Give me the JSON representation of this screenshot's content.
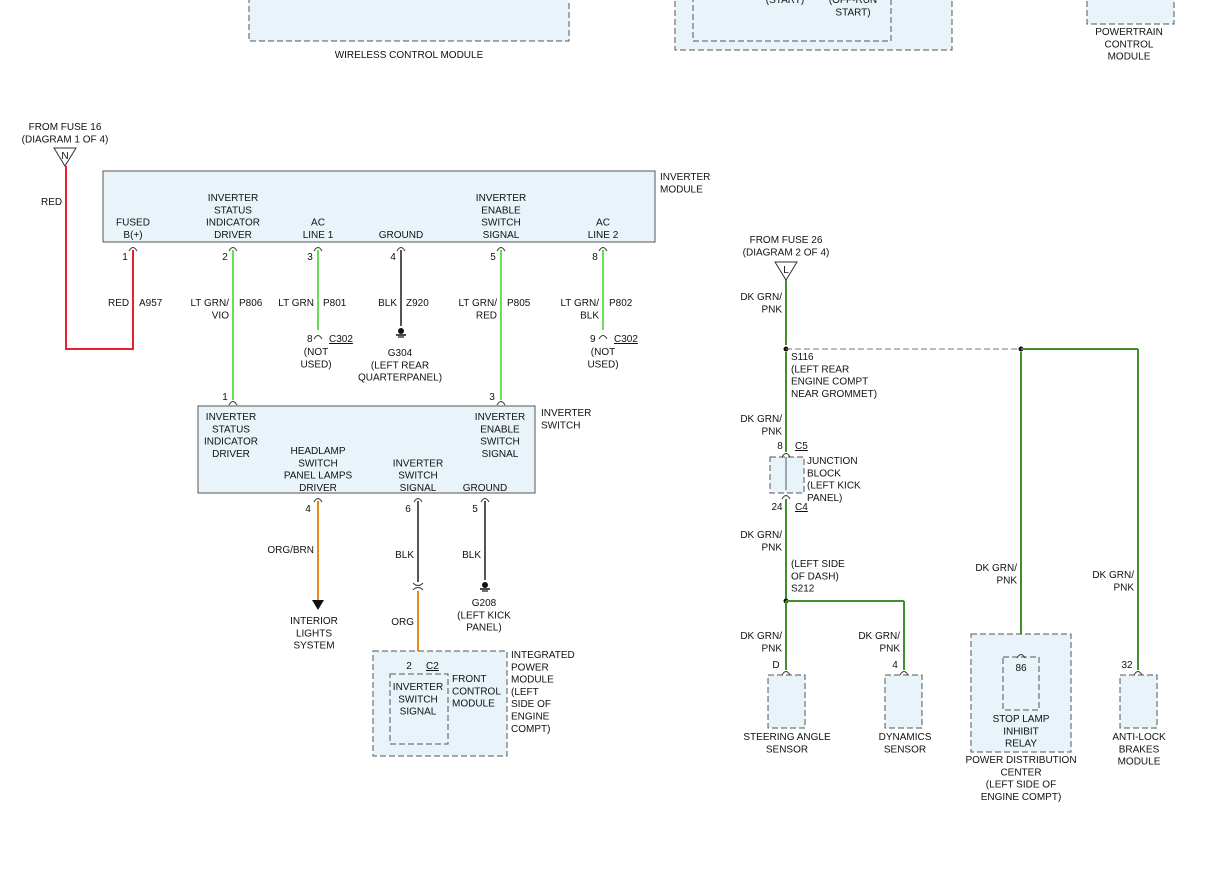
{
  "colors": {
    "red": "#e8202a",
    "lt_grn": "#66dd55",
    "blk": "#555555",
    "org": "#e8891c",
    "dk_grn": "#3f8f2a",
    "box_fill": "#e8f3fa"
  },
  "top": {
    "wireless": "WIRELESS CONTROL MODULE",
    "ign_left": "(START)",
    "ign_right": [
      "(OFF-RUN",
      "START)"
    ],
    "pcm": [
      "POWERTRAIN",
      "CONTROL",
      "MODULE"
    ]
  },
  "fuse16": {
    "label": [
      "FROM FUSE 16",
      "(DIAGRAM 1 OF 4)"
    ],
    "letter": "N",
    "wire_color": "RED"
  },
  "inverter_module": {
    "title": [
      "INVERTER",
      "MODULE"
    ],
    "pins": [
      {
        "label": [
          "FUSED",
          "B(+)"
        ],
        "num": "1",
        "color": "RED",
        "circuit": "A957"
      },
      {
        "label": [
          "INVERTER",
          "STATUS",
          "INDICATOR",
          "DRIVER"
        ],
        "num": "2",
        "color": [
          "LT GRN/",
          "VIO"
        ],
        "circuit": "P806"
      },
      {
        "label": [
          "AC",
          "LINE 1"
        ],
        "num": "3",
        "color": "LT GRN",
        "circuit": "P801"
      },
      {
        "label": [
          "GROUND"
        ],
        "num": "4",
        "color": "BLK",
        "circuit": "Z920"
      },
      {
        "label": [
          "INVERTER",
          "ENABLE",
          "SWITCH",
          "SIGNAL"
        ],
        "num": "5",
        "color": [
          "LT GRN/",
          "RED"
        ],
        "circuit": "P805"
      },
      {
        "label": [
          "AC",
          "LINE 2"
        ],
        "num": "8",
        "color": [
          "LT GRN/",
          "BLK"
        ],
        "circuit": "P802"
      }
    ]
  },
  "c302_left": {
    "pin": "8",
    "conn": "C302",
    "note": [
      "(NOT",
      "USED)"
    ]
  },
  "c302_right": {
    "pin": "9",
    "conn": "C302",
    "note": [
      "(NOT",
      "USED)"
    ]
  },
  "g304": [
    "G304",
    "(LEFT REAR",
    "QUARTERPANEL)"
  ],
  "inverter_switch": {
    "title": [
      "INVERTER",
      "SWITCH"
    ],
    "top_left": {
      "num": "1",
      "label": [
        "INVERTER",
        "STATUS",
        "INDICATOR",
        "DRIVER"
      ]
    },
    "top_right": {
      "num": "3",
      "label": [
        "INVERTER",
        "ENABLE",
        "SWITCH",
        "SIGNAL"
      ]
    },
    "bottom": [
      {
        "label": [
          "HEADLAMP",
          "SWITCH",
          "PANEL LAMPS",
          "DRIVER"
        ],
        "num": "4",
        "color": "ORG/BRN"
      },
      {
        "label": [
          "INVERTER",
          "SWITCH",
          "SIGNAL"
        ],
        "num": "6",
        "color": "BLK",
        "color2": "ORG"
      },
      {
        "label": [
          "GROUND"
        ],
        "num": "5",
        "color": "BLK"
      }
    ]
  },
  "interior_lights": [
    "INTERIOR",
    "LIGHTS",
    "SYSTEM"
  ],
  "g208": [
    "G208",
    "(LEFT KICK",
    "PANEL)"
  ],
  "ipm": {
    "title": [
      "INTEGRATED",
      "POWER",
      "MODULE",
      "(LEFT",
      "SIDE OF",
      "ENGINE",
      "COMPT)"
    ],
    "pin": "2",
    "conn": "C2",
    "inner": [
      "INVERTER",
      "SWITCH",
      "SIGNAL"
    ],
    "fcm": [
      "FRONT",
      "CONTROL",
      "MODULE"
    ]
  },
  "fuse26": {
    "label": [
      "FROM FUSE 26",
      "(DIAGRAM 2 OF 4)"
    ],
    "letter": "L"
  },
  "right": {
    "wire": [
      "DK GRN/",
      "PNK"
    ],
    "s116": [
      "S116",
      "(LEFT REAR",
      "ENGINE COMPT",
      "NEAR GROMMET)"
    ],
    "jb": {
      "pin_top": "8",
      "conn_top": "C5",
      "pin_bot": "24",
      "conn_bot": "C4",
      "label": [
        "JUNCTION",
        "BLOCK",
        "(LEFT KICK",
        "PANEL)"
      ]
    },
    "s212": [
      "(LEFT SIDE",
      "OF DASH)",
      "S212"
    ],
    "steering": {
      "pin": "D",
      "label": [
        "STEERING ANGLE",
        "SENSOR"
      ]
    },
    "dynamics": {
      "pin": "4",
      "label": [
        "DYNAMICS",
        "SENSOR"
      ]
    },
    "stop_lamp": {
      "pin": "86",
      "label": [
        "STOP LAMP",
        "INHIBIT",
        "RELAY"
      ]
    },
    "pdc": [
      "POWER DISTRIBUTION",
      "CENTER",
      "(LEFT SIDE OF",
      "ENGINE COMPT)"
    ],
    "abs": {
      "pin": "32",
      "label": [
        "ANTI-LOCK",
        "BRAKES",
        "MODULE"
      ]
    }
  }
}
